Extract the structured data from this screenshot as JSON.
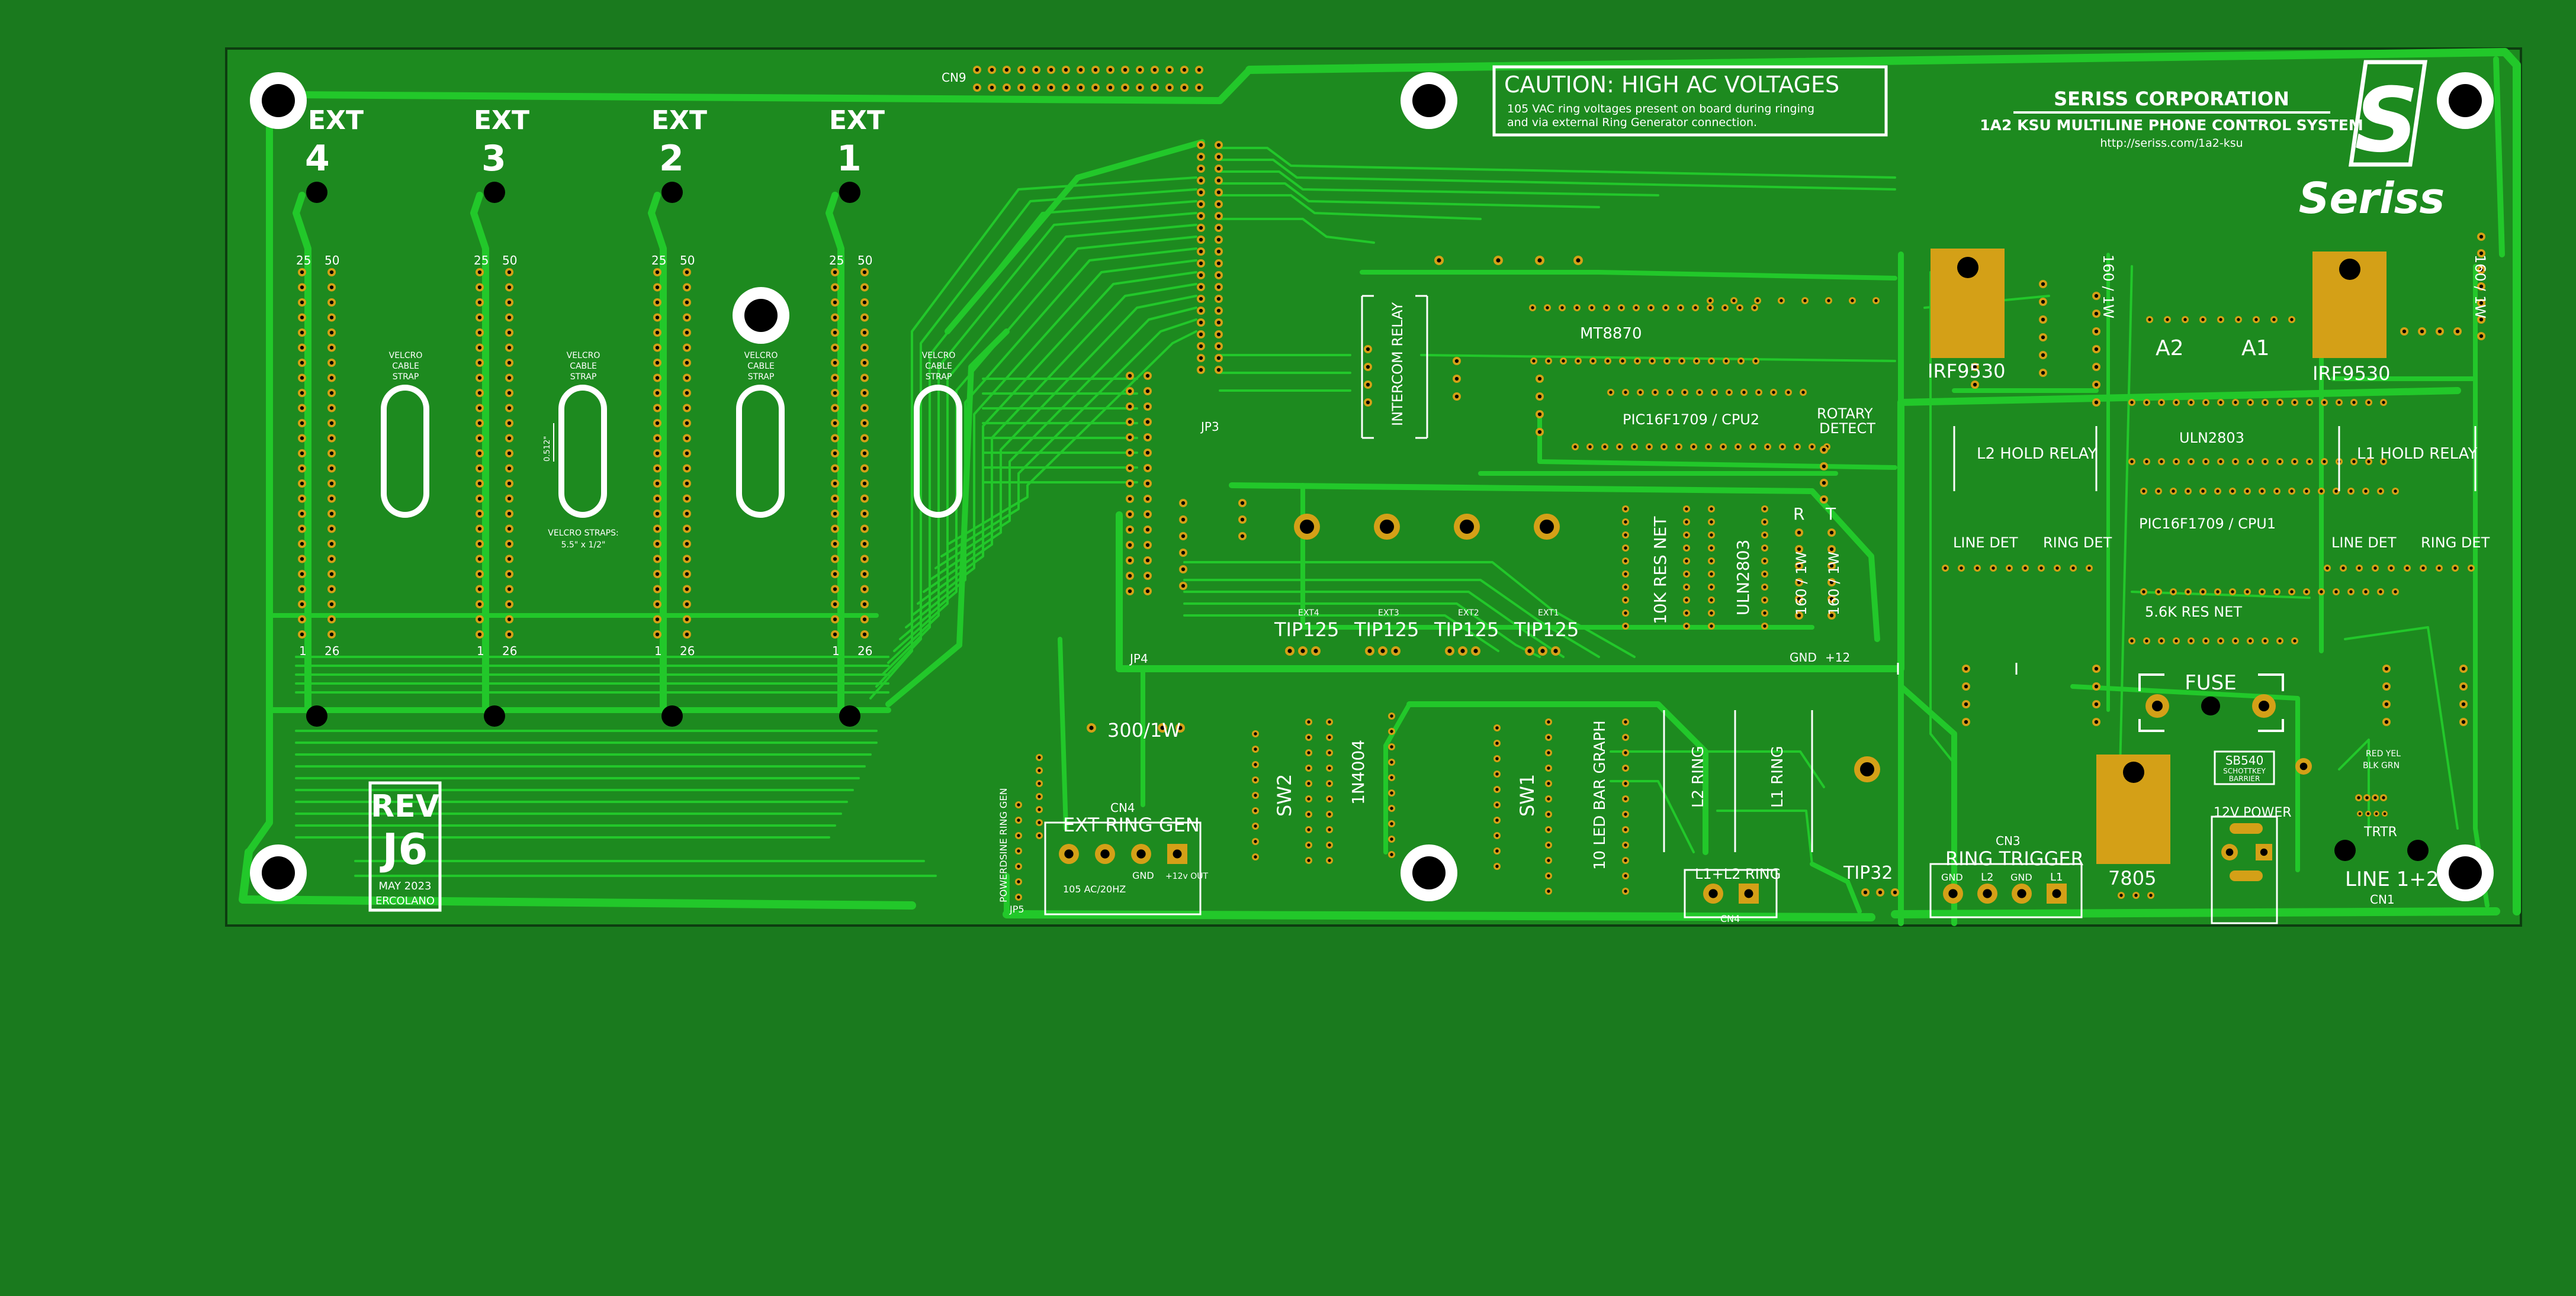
{
  "colors": {
    "background": "#1a7a1e",
    "board": "#1d8a1f",
    "trace": "#22c82a",
    "pad": "#d4a017",
    "silkscreen": "#ffffff",
    "hole": "#000000",
    "outline": "#0d3d10"
  },
  "connector_cn9": "CN9",
  "extensions": [
    {
      "label": "EXT",
      "number": "4"
    },
    {
      "label": "EXT",
      "number": "3"
    },
    {
      "label": "EXT",
      "number": "2"
    },
    {
      "label": "EXT",
      "number": "1"
    }
  ],
  "header_numbers": {
    "top_left": "25",
    "top_right": "50",
    "bottom_left": "1",
    "bottom_right": "26"
  },
  "velcro": {
    "label_line1": "VELCRO",
    "label_line2": "CABLE",
    "label_line3": "STRAP",
    "dimension": "0.512\"",
    "note_line1": "VELCRO STRAPS:",
    "note_line2": "5.5\" x 1/2\""
  },
  "revision": {
    "rev": "REV",
    "code": "J6",
    "date": "MAY 2023",
    "author": "ERCOLANO"
  },
  "caution": {
    "title": "CAUTION: HIGH AC VOLTAGES",
    "line1": "105 VAC ring voltages present on board during ringing",
    "line2": "and via external Ring Generator connection."
  },
  "company": {
    "name": "SERISS CORPORATION",
    "product": "1A2 KSU MULTILINE PHONE CONTROL SYSTEM",
    "url": "http://seriss.com/1a2-ksu",
    "logo_text": "Seriss",
    "logo_letter": "S"
  },
  "components": {
    "jp3": "JP3",
    "jp4": "JP4",
    "jp5": "JP5",
    "intercom_relay": "INTERCOM RELAY",
    "mt8870": "MT8870",
    "cpu2": "PIC16F1709 / CPU2",
    "rotary_detect_1": "ROTARY",
    "rotary_detect_2": "DETECT",
    "irf9530_left": "IRF9530",
    "irf9530_right": "IRF9530",
    "res_160_1w": "160 / 1W",
    "a2": "A2",
    "a1": "A1",
    "uln2803_right": "ULN2803",
    "l2_hold_relay": "L2 HOLD RELAY",
    "l1_hold_relay": "L1 HOLD RELAY",
    "line_det": "LINE DET",
    "ring_det": "RING DET",
    "cpu1": "PIC16F1709 / CPU1",
    "res_net_5_6k": "5.6K RES NET",
    "res_net_10k": "10K RES NET",
    "uln2803_mid": "ULN2803",
    "r_label": "R",
    "t_label": "T",
    "gnd": "GND",
    "plus12": "+12",
    "tip125": "TIP125",
    "ext4_small": "EXT4",
    "ext3_small": "EXT3",
    "ext2_small": "EXT2",
    "ext1_small": "EXT1",
    "res_300_1w": "300/1W",
    "cn4": "CN4",
    "ext_ring_gen": "EXT RING GEN",
    "ac_20hz": "105 AC/20HZ",
    "plus12_out": "+12v OUT",
    "powerdsine": "POWERDSINE RING GEN",
    "sw2": "SW2",
    "sw1": "SW1",
    "diode": "1N4004",
    "led_bar": "10 LED BAR GRAPH",
    "l2_ring": "L2 RING",
    "l1_ring": "L1 RING",
    "l1l2_ring": "L1+L2 RING",
    "tip32": "TIP32",
    "cn3": "CN3",
    "ring_trigger": "RING TRIGGER",
    "l2": "L2",
    "l1": "L1",
    "fuse": "FUSE",
    "sb540_1": "SB540",
    "sb540_2": "SCHOTTKEY",
    "sb540_3": "BARRIER",
    "v7805": "7805",
    "power_12v": "12V POWER",
    "red_yel": "RED YEL",
    "blk_grn": "BLK GRN",
    "trtr": "TRTR",
    "line_12": "LINE 1+2",
    "cn1": "CN1"
  }
}
